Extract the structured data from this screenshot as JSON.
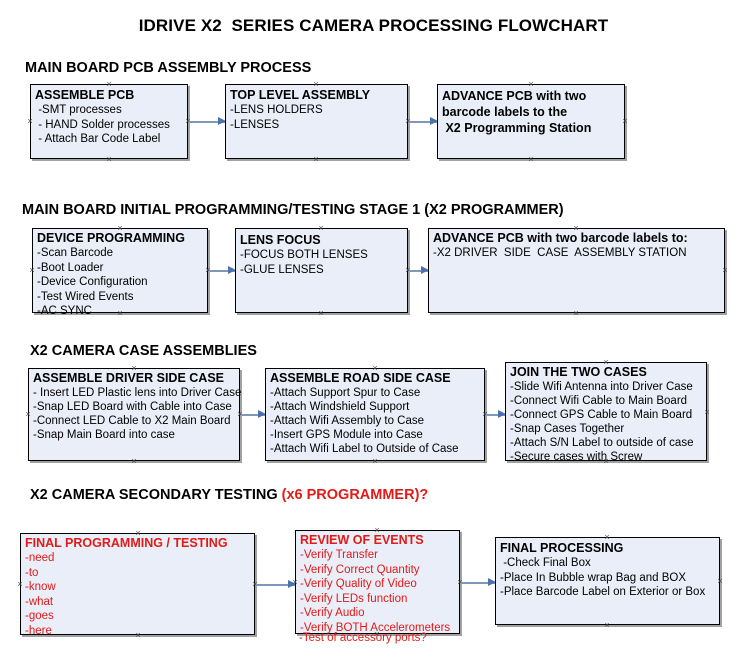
{
  "title": "IDRIVE X2  SERIES CAMERA PROCESSING FLOWCHART",
  "colors": {
    "box_fill": "#e9eef8",
    "box_border": "#000000",
    "arrow": "#7d98bb",
    "arrow_head": "#4a73ad",
    "red_text": "#e01b18",
    "black_text": "#000000"
  },
  "sections": [
    {
      "heading": "MAIN BOARD PCB ASSEMBLY PROCESS",
      "heading_accent": "",
      "boxes": [
        {
          "title": "ASSEMBLE PCB",
          "lines": [
            " -SMT processes",
            " - HAND Solder processes",
            " - Attach Bar Code Label"
          ]
        },
        {
          "title": "TOP LEVEL ASSEMBLY",
          "lines": [
            "-LENS HOLDERS",
            "-LENSES"
          ]
        },
        {
          "title": "ADVANCE PCB with two",
          "lines": [
            "barcode labels to the",
            " X2 Programming Station"
          ]
        }
      ]
    },
    {
      "heading": "MAIN BOARD INITIAL PROGRAMMING/TESTING STAGE 1 (X2 PROGRAMMER)",
      "heading_accent": "",
      "boxes": [
        {
          "title": "DEVICE PROGRAMMING",
          "lines": [
            "-Scan Barcode",
            "-Boot Loader",
            "-Device Configuration",
            "-Test Wired Events",
            "-AC SYNC"
          ]
        },
        {
          "title": "LENS FOCUS",
          "lines": [
            "-FOCUS BOTH LENSES",
            "-GLUE LENSES"
          ]
        },
        {
          "title": "ADVANCE PCB with two barcode labels to:",
          "lines": [
            "-X2 DRIVER  SIDE  CASE  ASSEMBLY STATION"
          ]
        }
      ]
    },
    {
      "heading": "X2 CAMERA CASE ASSEMBLIES",
      "heading_accent": "",
      "boxes": [
        {
          "title": "ASSEMBLE DRIVER SIDE CASE",
          "lines": [
            "- Insert LED Plastic lens into Driver Case",
            "-Snap LED Board with Cable into Case",
            "-Connect LED Cable to X2 Main Board",
            "-Snap Main Board into case"
          ]
        },
        {
          "title": "ASSEMBLE ROAD SIDE CASE",
          "lines": [
            "-Attach Support Spur to Case",
            "-Attach Windshield Support",
            "-Attach Wifi Assembly to Case",
            "-Insert GPS Module into Case",
            "-Attach Wifi Label to Outside of Case"
          ]
        },
        {
          "title": "JOIN THE TWO CASES",
          "lines": [
            "-Slide Wifi Antenna into Driver Case",
            "-Connect Wifi Cable to Main Board",
            "-Connect GPS Cable to Main Board",
            "-Snap Cases Together",
            "-Attach S/N Label to outside of case",
            "-Secure cases with Screw"
          ]
        }
      ]
    },
    {
      "heading": "X2 CAMERA SECONDARY TESTING ",
      "heading_accent": "(x6 PROGRAMMER)?",
      "boxes": [
        {
          "title": "FINAL PROGRAMMING / TESTING",
          "lines": [
            "-need",
            "-to",
            "-know",
            "-what",
            "-goes",
            "-here"
          ]
        },
        {
          "title": "REVIEW OF EVENTS",
          "lines": [
            "-Verify Transfer",
            "-Verify Correct Quantity",
            "-Verify Quality of Video",
            "-Verify LEDs function",
            "-Verify Audio",
            "-Verify BOTH Accelerometers"
          ],
          "overflow_line": "-Test of accessory ports?"
        },
        {
          "title": "FINAL PROCESSING",
          "lines": [
            " -Check Final Box",
            "-Place In Bubble wrap Bag and BOX",
            "-Place Barcode Label on Exterior or Box"
          ]
        }
      ]
    }
  ]
}
